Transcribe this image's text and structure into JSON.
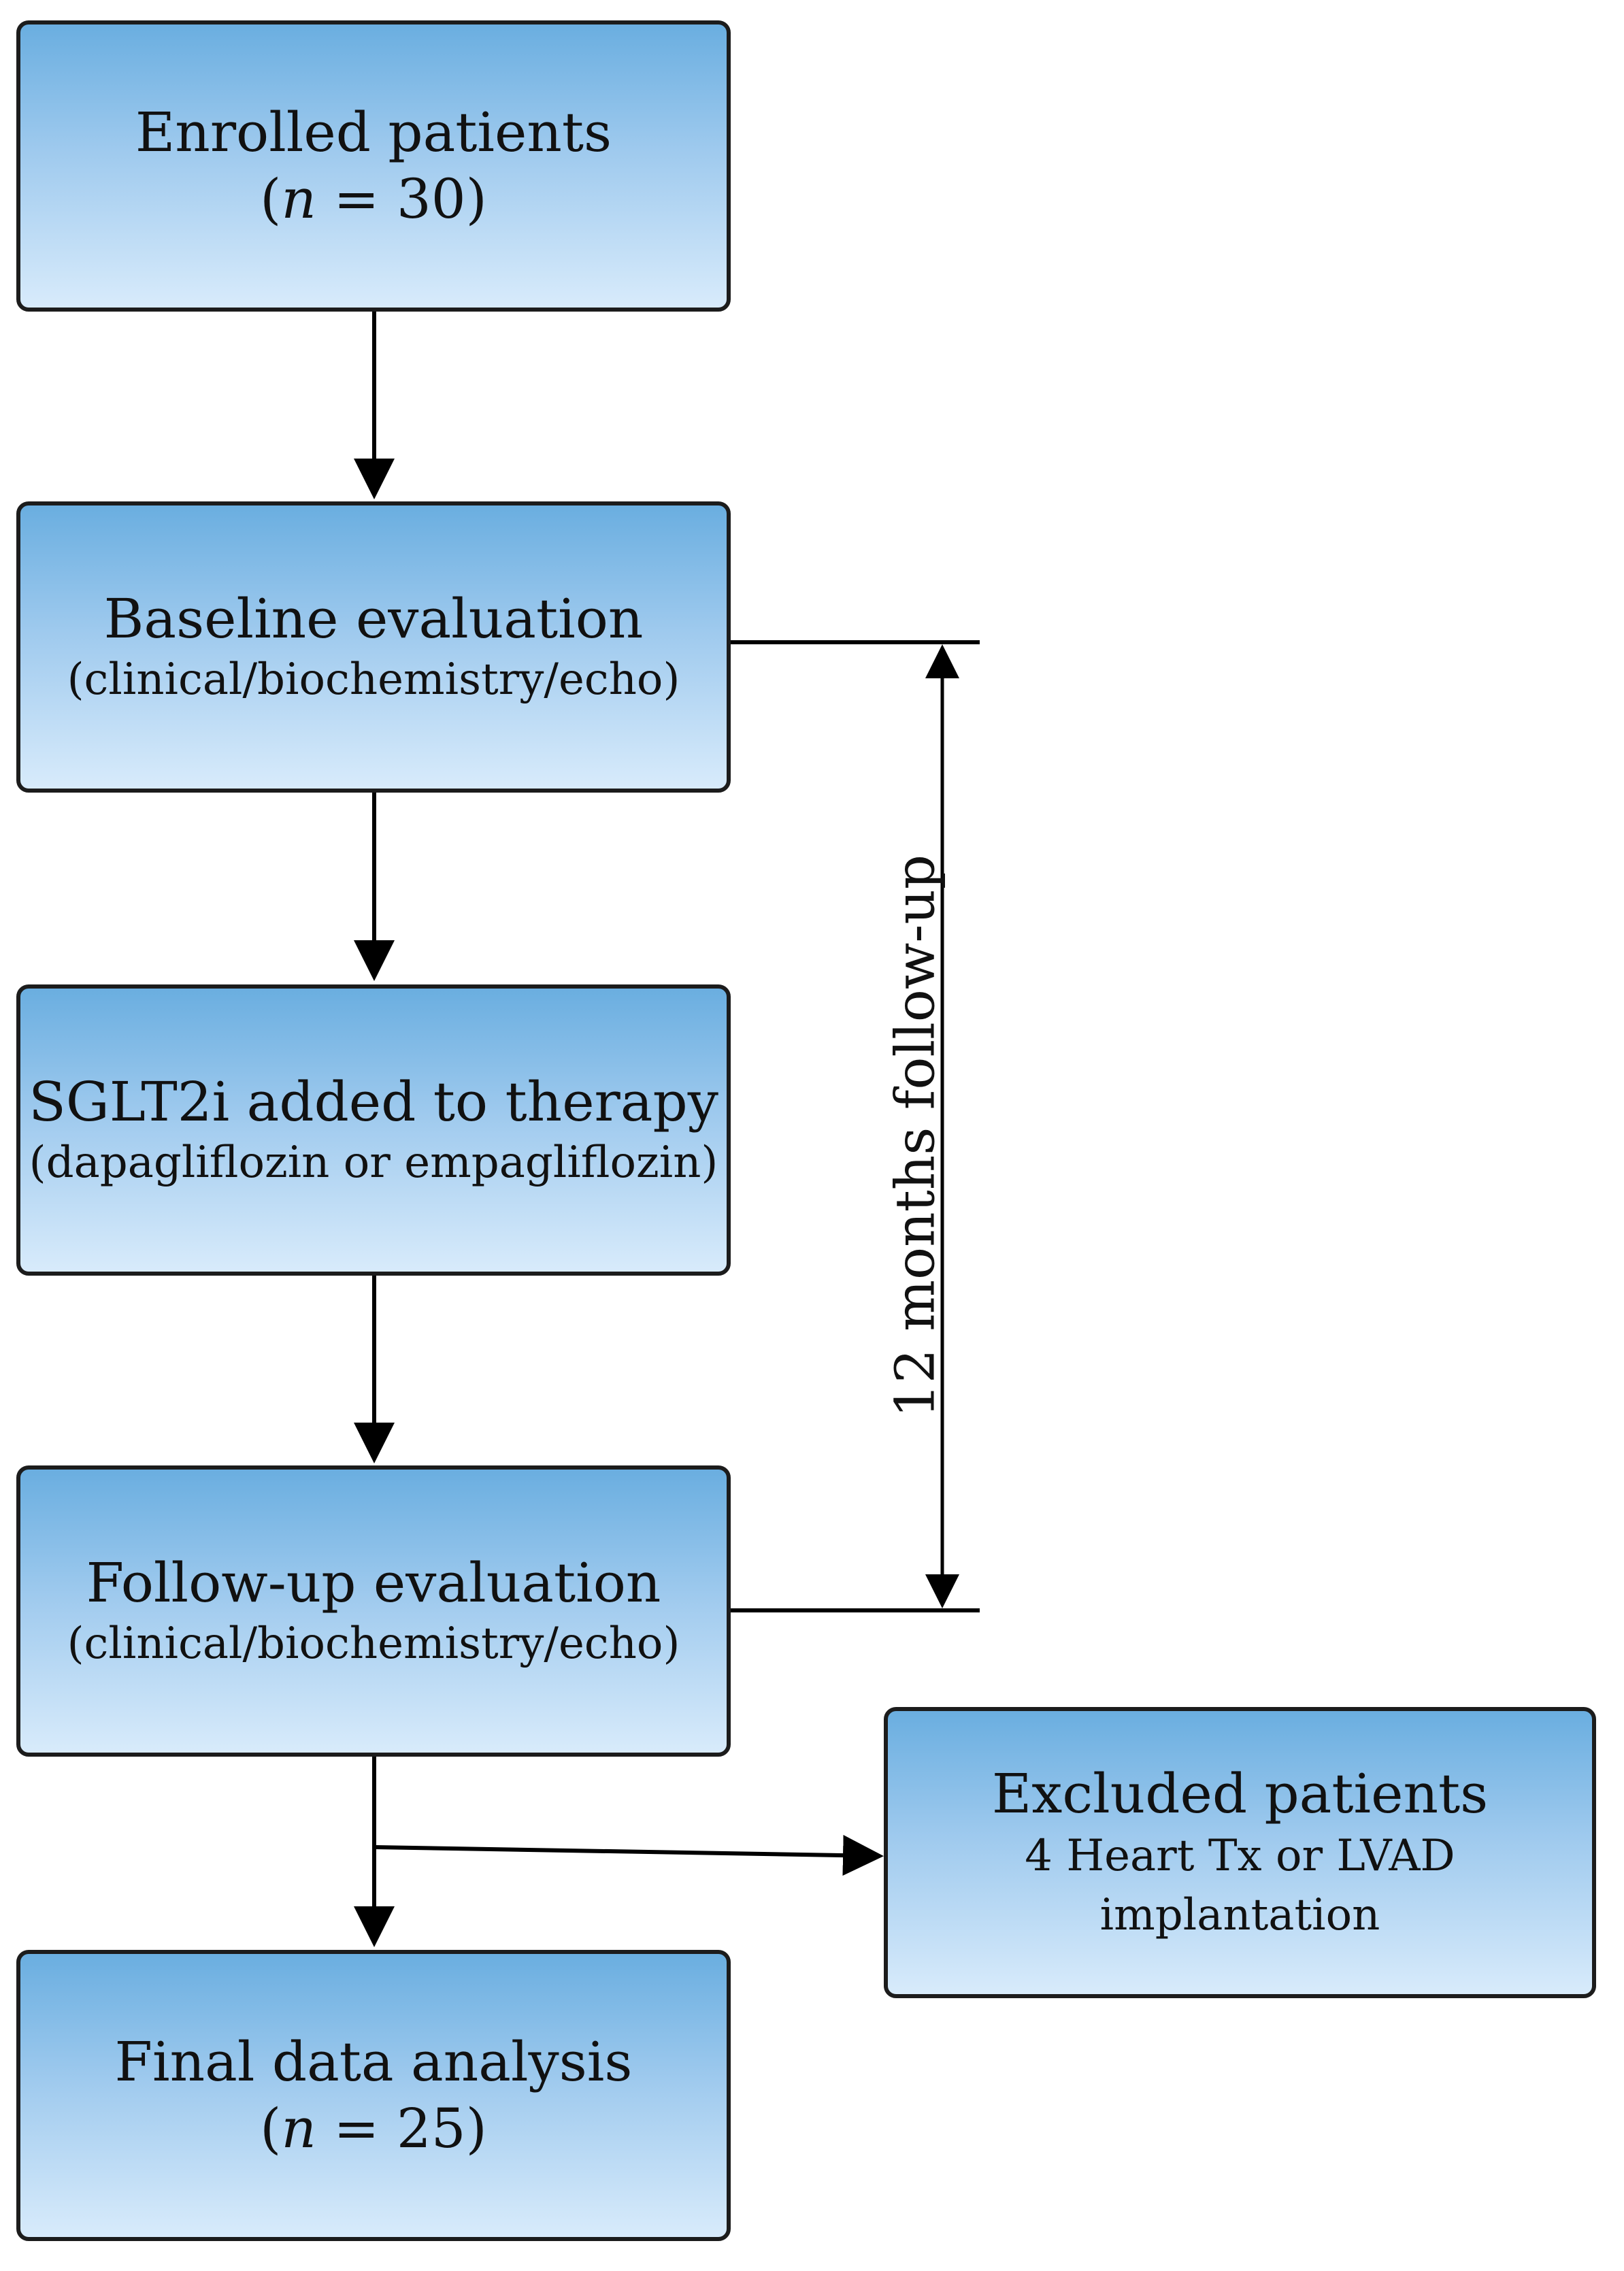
{
  "steps": [
    {
      "title": "Enrolled patients",
      "n_label": "n",
      "n_value": "30"
    },
    {
      "title": "Baseline evaluation",
      "subtitle": "(clinical/biochemistry/echo)"
    },
    {
      "title": "SGLT2i added to therapy",
      "subtitle": "(dapagliflozin or empagliflozin)"
    },
    {
      "title": "Follow-up evaluation",
      "subtitle": "(clinical/biochemistry/echo)"
    },
    {
      "title": "Final data analysis",
      "n_label": "n",
      "n_value": "25"
    }
  ],
  "excluded": {
    "title": "Excluded patients",
    "line1": "4 Heart Tx or LVAD",
    "line2": "implantation"
  },
  "duration_label": "12 months follow-up",
  "colors": {
    "box_top": "#6aaee0",
    "box_bottom": "#d8ebfb",
    "border": "#1c1c1c",
    "line": "#000000"
  }
}
